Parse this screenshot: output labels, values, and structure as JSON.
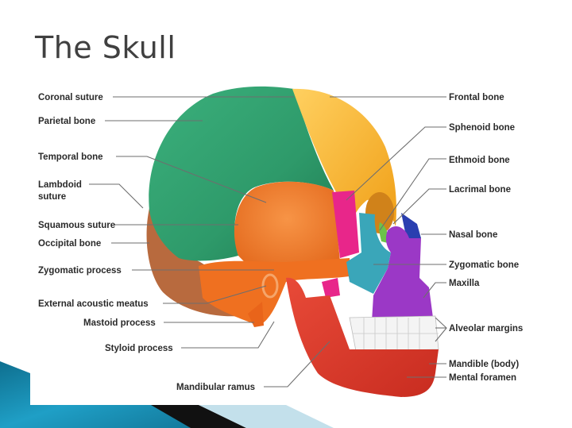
{
  "title": "The Skull",
  "colors": {
    "parietal": "#2e9a6a",
    "frontal": "#f5b324",
    "temporal": "#f07a22",
    "occipital": "#b86a3e",
    "sphenoid": "#e8268a",
    "ethmoid": "#6cc24a",
    "lacrimal": "#6cc24a",
    "nasal": "#2a3fb0",
    "zygomatic": "#3aa6b9",
    "maxilla": "#9b38c6",
    "mandible": "#de3b2e",
    "teeth": "#f4f4f4",
    "slide_accent": "#1f8fb0"
  },
  "labels_left": [
    {
      "text": "Coronal suture"
    },
    {
      "text": "Parietal bone"
    },
    {
      "text": "Temporal bone"
    },
    {
      "text": "Lambdoid"
    },
    {
      "text": "suture"
    },
    {
      "text": "Squamous suture"
    },
    {
      "text": "Occipital bone"
    },
    {
      "text": "Zygomatic process"
    },
    {
      "text": "External acoustic meatus"
    },
    {
      "text": "Mastoid process"
    },
    {
      "text": "Styloid process"
    },
    {
      "text": "Mandibular ramus"
    }
  ],
  "labels_right": [
    {
      "text": "Frontal bone"
    },
    {
      "text": "Sphenoid bone"
    },
    {
      "text": "Ethmoid bone"
    },
    {
      "text": "Lacrimal bone"
    },
    {
      "text": "Nasal bone"
    },
    {
      "text": "Zygomatic bone"
    },
    {
      "text": "Maxilla"
    },
    {
      "text": "Alveolar margins"
    },
    {
      "text": "Mandible (body)"
    },
    {
      "text": "Mental foramen"
    }
  ]
}
